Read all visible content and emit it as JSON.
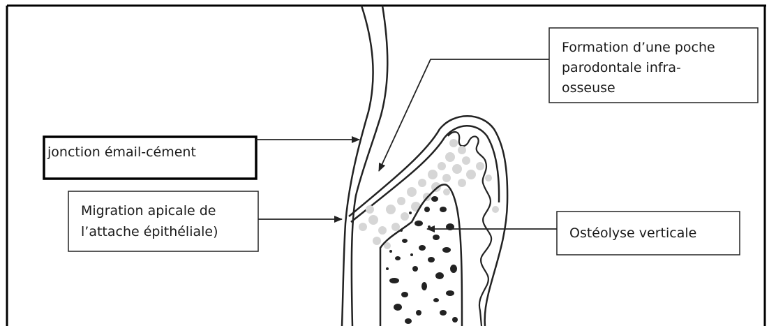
{
  "labels": {
    "jonction": "jonction émail-cément",
    "migration_l1": "Migration apicale de",
    "migration_l2": "l’attache épithéliale)",
    "poche_l1": "Formation d’une poche",
    "poche_l2": "parodontale infra-",
    "poche_l3": "osseuse",
    "osteolyse": "Ostéolyse verticale"
  }
}
